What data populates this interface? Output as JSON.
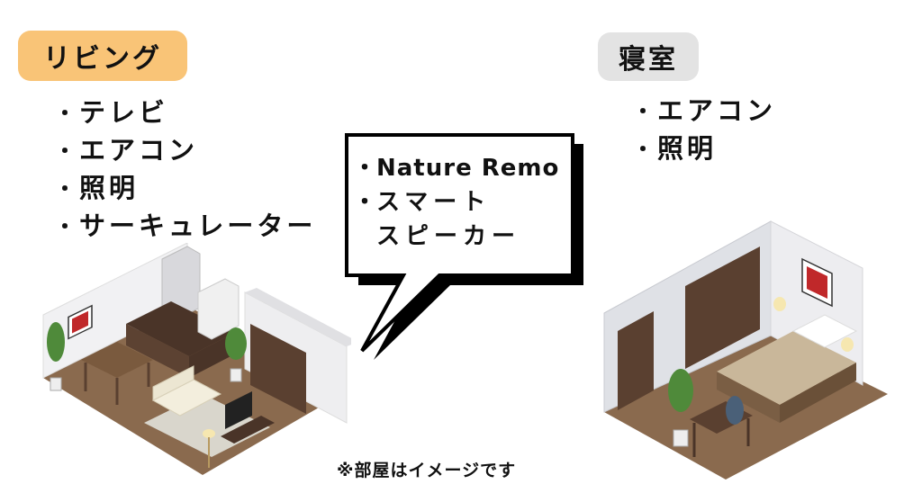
{
  "living": {
    "label": "リビング",
    "items": [
      "テレビ",
      "エアコン",
      "照明",
      "サーキュレーター"
    ]
  },
  "bedroom": {
    "label": "寝室",
    "items": [
      "エアコン",
      "照明"
    ]
  },
  "bubble": {
    "line1": "Nature Remo",
    "line2": "スマート",
    "line3": "スピーカー"
  },
  "note": "※部屋はイメージです",
  "colors": {
    "living_label_bg": "#f9c477",
    "bedroom_label_bg": "#e3e3e3",
    "floor": "#8a6a4e",
    "wall": "#f1f1f3",
    "dark_wood": "#5a4030"
  },
  "bullet_glyph": "・"
}
